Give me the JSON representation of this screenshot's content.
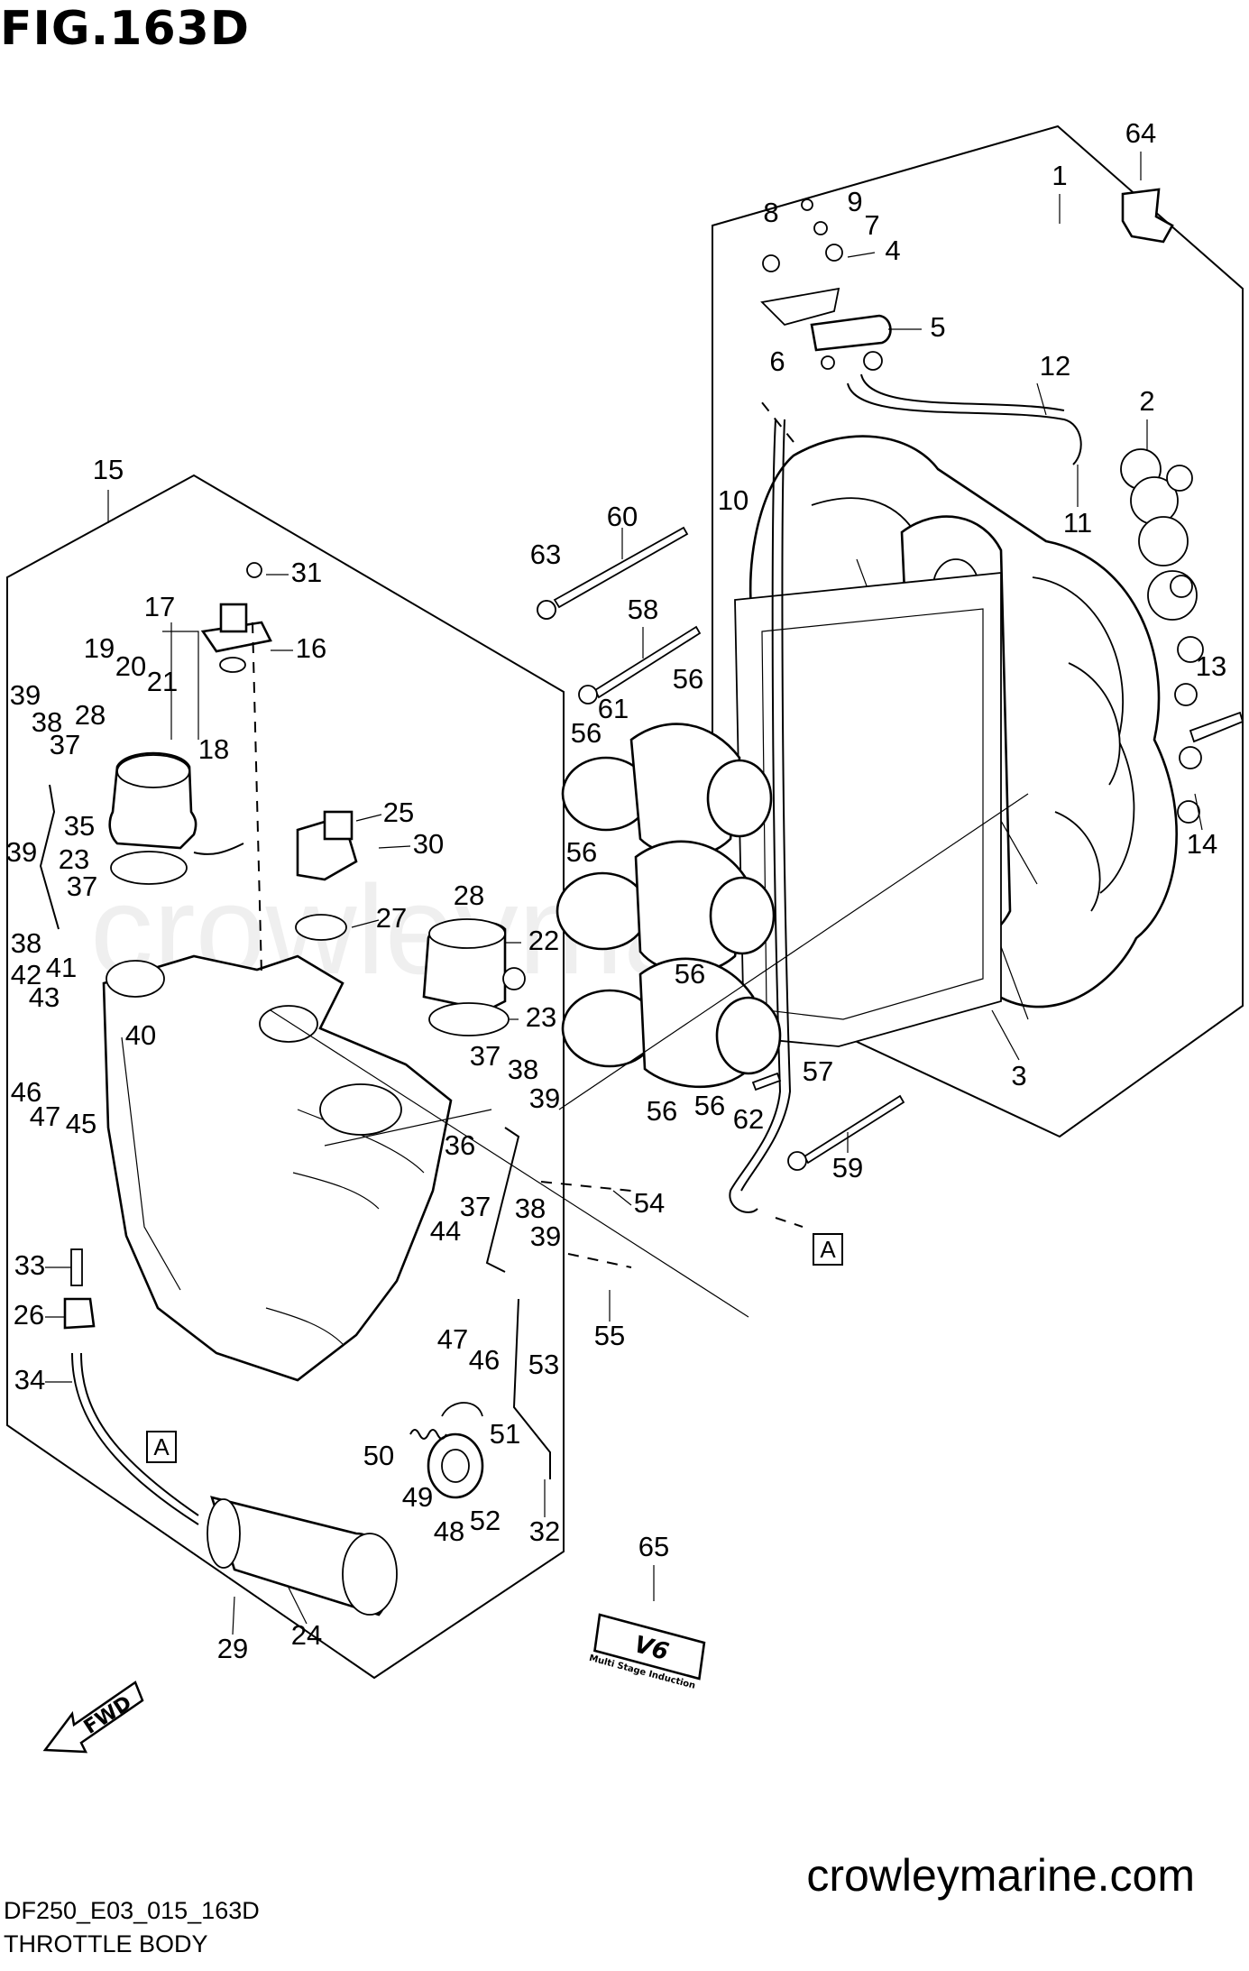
{
  "figure": {
    "title": "FIG.163D",
    "drawing_code": "DF250_E03_015_163D",
    "caption": "THROTTLE BODY",
    "site": "crowleymarine.com",
    "watermark": "crowleymarine"
  },
  "reference_marker": "A",
  "direction_marker": "FWD",
  "emblem": {
    "badge": "V6",
    "subtext": "Multi Stage Induction"
  },
  "callouts": [
    "1",
    "2",
    "3",
    "4",
    "5",
    "6",
    "7",
    "8",
    "9",
    "10",
    "11",
    "12",
    "13",
    "14",
    "15",
    "16",
    "17",
    "18",
    "19",
    "20",
    "21",
    "22",
    "23",
    "24",
    "25",
    "26",
    "27",
    "28",
    "29",
    "30",
    "31",
    "32",
    "33",
    "34",
    "35",
    "36",
    "37",
    "38",
    "39",
    "40",
    "41",
    "42",
    "43",
    "44",
    "45",
    "46",
    "47",
    "48",
    "49",
    "50",
    "51",
    "52",
    "53",
    "54",
    "55",
    "56",
    "57",
    "58",
    "59",
    "60",
    "61",
    "62",
    "63",
    "64",
    "65"
  ],
  "labels": {
    "l1": "1",
    "l2": "2",
    "l3": "3",
    "l4": "4",
    "l5": "5",
    "l6": "6",
    "l7": "7",
    "l8": "8",
    "l9": "9",
    "l10": "10",
    "l11": "11",
    "l12": "12",
    "l13": "13",
    "l14": "14",
    "l15": "15",
    "l16": "16",
    "l17": "17",
    "l18": "18",
    "l19": "19",
    "l20": "20",
    "l21": "21",
    "l22": "22",
    "l23": "23",
    "l24": "24",
    "l25": "25",
    "l26": "26",
    "l27": "27",
    "l28": "28",
    "l29": "29",
    "l30": "30",
    "l31": "31",
    "l32": "32",
    "l33": "33",
    "l34": "34",
    "l35": "35",
    "l36": "36",
    "l37": "37",
    "l38": "38",
    "l39": "39",
    "l40": "40",
    "l41": "41",
    "l42": "42",
    "l43": "43",
    "l44": "44",
    "l45": "45",
    "l46": "46",
    "l47": "47",
    "l48": "48",
    "l49": "49",
    "l50": "50",
    "l51": "51",
    "l52": "52",
    "l53": "53",
    "l54": "54",
    "l55": "55",
    "l56": "56",
    "l57": "57",
    "l58": "58",
    "l59": "59",
    "l60": "60",
    "l61": "61",
    "l62": "62",
    "l63": "63",
    "l64": "64",
    "l65": "65"
  }
}
